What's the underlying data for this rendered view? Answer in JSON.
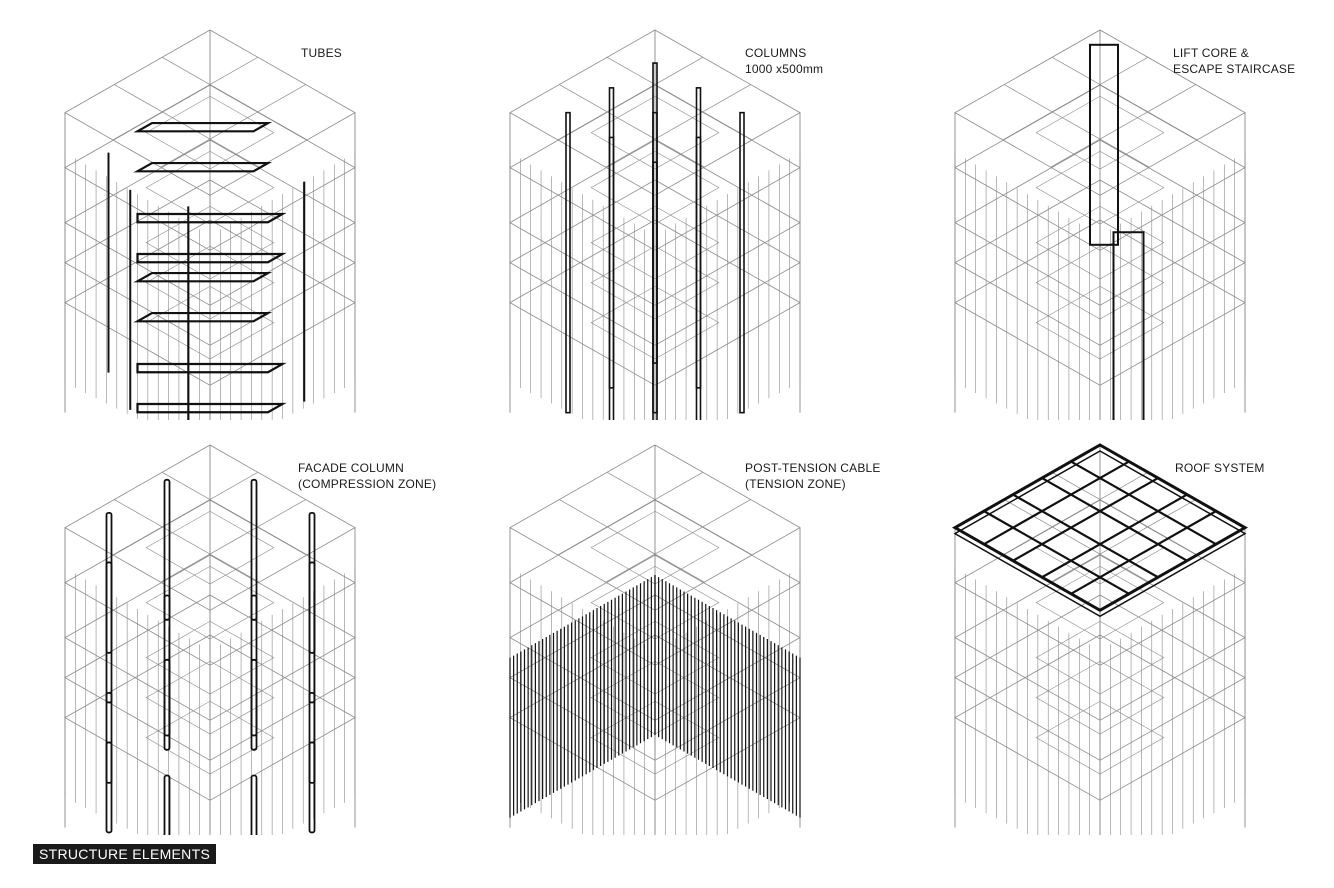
{
  "panels": [
    {
      "id": "tubes",
      "lines": [
        "TUBES"
      ],
      "highlight": "tubes"
    },
    {
      "id": "columns",
      "lines": [
        "COLUMNS",
        "1000 x500mm"
      ],
      "highlight": "columns"
    },
    {
      "id": "lift-core",
      "lines": [
        "LIFT CORE &",
        "ESCAPE STAIRCASE"
      ],
      "highlight": "core"
    },
    {
      "id": "facade-column",
      "lines": [
        "FACADE COLUMN",
        "(COMPRESSION ZONE)"
      ],
      "highlight": "facade"
    },
    {
      "id": "post-tension-cable",
      "lines": [
        "POST-TENSION CABLE",
        "(TENSION ZONE)"
      ],
      "highlight": "cable"
    },
    {
      "id": "roof-system",
      "lines": [
        "ROOF SYSTEM"
      ],
      "highlight": "roof"
    }
  ],
  "footer": {
    "title": "STRUCTURE ELEMENTS"
  },
  "colors": {
    "line": "#8a8a8a",
    "highlight": "#111111",
    "background": "#ffffff"
  }
}
